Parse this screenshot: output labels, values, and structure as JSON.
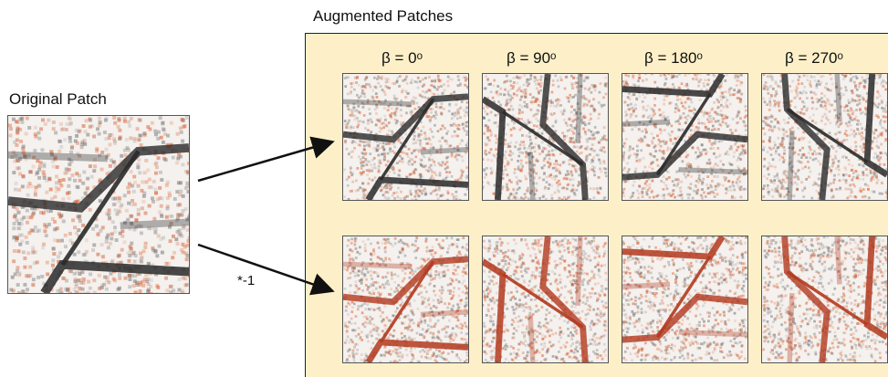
{
  "original": {
    "title": "Original Patch"
  },
  "augmented": {
    "title": "Augmented Patches",
    "rotations": [
      {
        "label": "β = 0ᵒ",
        "angle": 0
      },
      {
        "label": "β = 90ᵒ",
        "angle": 90
      },
      {
        "label": "β = 180ᵒ",
        "angle": 180
      },
      {
        "label": "β = 270ᵒ",
        "angle": 270
      }
    ]
  },
  "operations": {
    "negate_label": "*-1"
  },
  "colors": {
    "panel_background": "#fdf0c8",
    "dark_stripe": "#2a2a2a",
    "red_stripe": "#b33a1f",
    "noise_red": "#d9663a",
    "noise_gray": "#7a7a7a"
  }
}
